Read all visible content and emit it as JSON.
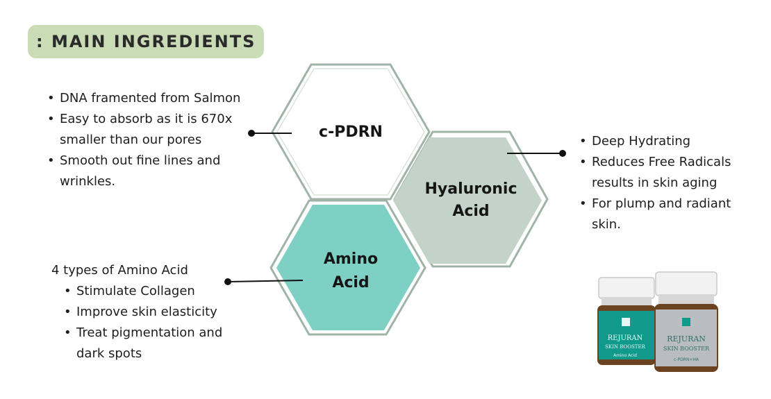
{
  "header": {
    "title": ": MAIN INGREDIENTS"
  },
  "ingredients": {
    "cpdrn": {
      "label": "c-PDRN",
      "bullets": [
        "DNA framented from Salmon",
        "Easy to absorb as it is 670x smaller than our pores",
        "Smooth out fine lines and wrinkles."
      ]
    },
    "hyaluronic": {
      "label_line1": "Hyaluronic",
      "label_line2": "Acid",
      "bullets": [
        "Deep Hydrating",
        "Reduces Free Radicals results in skin aging",
        "For plump and radiant skin."
      ]
    },
    "amino": {
      "label_line1": "Amino",
      "label_line2": "Acid",
      "intro": "4 types of Amino Acid",
      "bullets": [
        "Stimulate Collagen",
        "Improve skin elasticity",
        "Treat pigmentation and dark spots"
      ]
    }
  },
  "products": {
    "left_bottle": {
      "brand": "REJURAN",
      "line": "SKIN BOOSTER",
      "variant": "Amino Acid"
    },
    "right_bottle": {
      "brand": "REJURAN",
      "line": "SKIN BOOSTER",
      "variant": "c-PDRN+HA"
    }
  },
  "colors": {
    "header_bg": "#c9dcb6",
    "hex_outline": "#9fb3a7",
    "hyaluronic_fill": "#c3d3ca",
    "amino_fill": "#7fd0c4",
    "bottle_teal": "#0f9a8c",
    "bottle_silver": "#b9bdbf"
  }
}
